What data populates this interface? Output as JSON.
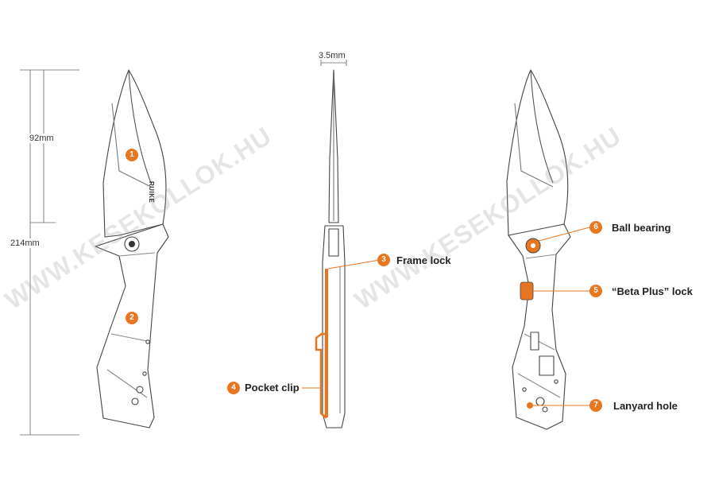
{
  "accent_color": "#e8751f",
  "watermark": "WWW.KESEKOLLOK.HU",
  "brand_mark": "RUIKE",
  "dimensions": {
    "blade_length": "92mm",
    "overall_length": "214mm",
    "thickness": "3.5mm"
  },
  "callouts": [
    {
      "num": "3",
      "label": "Frame lock"
    },
    {
      "num": "4",
      "label": "Pocket clip"
    },
    {
      "num": "6",
      "label": "Ball bearing"
    },
    {
      "num": "5",
      "label": "“Beta Plus” lock"
    },
    {
      "num": "7",
      "label": "Lanyard hole"
    }
  ],
  "markers": [
    {
      "num": "1"
    },
    {
      "num": "2"
    }
  ]
}
